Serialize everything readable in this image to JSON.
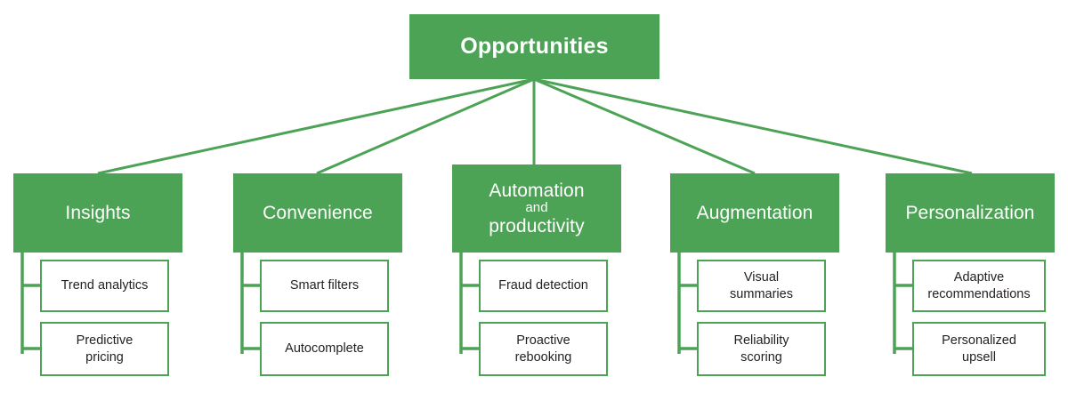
{
  "diagram": {
    "type": "tree",
    "title": "Opportunities",
    "accent_color": "#4ca355",
    "leaf_border_color": "#4ca355",
    "leaf_text_color": "#231f20",
    "root_text_color": "#ffffff",
    "background_color": "#ffffff",
    "root": {
      "label": "Opportunities"
    },
    "branches": [
      {
        "label": "Insights",
        "label_line1": "Insights",
        "label_line2": "",
        "label_line3": "",
        "children": [
          {
            "label": "Trend analytics"
          },
          {
            "label": "Predictive\npricing"
          }
        ]
      },
      {
        "label": "Convenience",
        "label_line1": "Convenience",
        "label_line2": "",
        "label_line3": "",
        "children": [
          {
            "label": "Smart filters"
          },
          {
            "label": "Autocomplete"
          }
        ]
      },
      {
        "label": "Automation and productivity",
        "label_line1": "Automation",
        "label_line2": "and",
        "label_line3": "productivity",
        "children": [
          {
            "label": "Fraud detection"
          },
          {
            "label": "Proactive\nrebooking"
          }
        ]
      },
      {
        "label": "Augmentation",
        "label_line1": "Augmentation",
        "label_line2": "",
        "label_line3": "",
        "children": [
          {
            "label": "Visual\nsummaries"
          },
          {
            "label": "Reliability\nscoring"
          }
        ]
      },
      {
        "label": "Personalization",
        "label_line1": "Personalization",
        "label_line2": "",
        "label_line3": "",
        "children": [
          {
            "label": "Adaptive\nrecommendations"
          },
          {
            "label": "Personalized\nupsell"
          }
        ]
      }
    ]
  }
}
